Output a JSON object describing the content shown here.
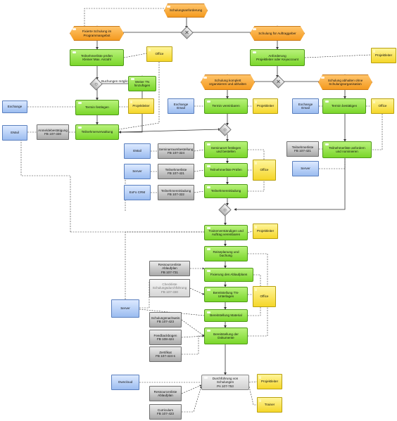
{
  "nodes": {
    "e_start": "Schulungsanforderung",
    "e_fixed": "Fixierte Schulung im\nProgrammangebot",
    "e_client": "Schulung für Auftraggeber",
    "e_org": "Schulung komplett\norganisieren und abhalten",
    "e_held": "Schulung abhalten ohne\nSchulungsorganisation",
    "f_check": "Teilnehmerliste prüfen\nKleiner Max. Anzahl",
    "f_req": "Anforderung\nProjektleiter oder Keyaccount",
    "f_more": "Weiter TN\nhinzufügen",
    "f_date": "Termin festlegen",
    "f_agree": "Termin vereinbaren",
    "f_confirm": "Termin bestätigen",
    "f_reg": "Teilnehmerverwaltung",
    "f_order": "Seminarort festlegen\nund bestellen",
    "f_plist": "Teilnehmerliste Prüfen",
    "f_invite": "Teilnehmereinladung",
    "f_reqlist": "Teilnehmerliste anfordern\nund nominieren",
    "f_trainer": "Trainerverständigen und\nAuftrag vereinbaren",
    "f_travel": "Reiseplanung und\nbuchung",
    "f_fix": "Fixierung des Ablaufplans",
    "f_docs": "Bereitstellung TN-\nUnterlagen",
    "f_mat": "Bereitstellung Material",
    "f_pdocs": "Bereitstellung der\nDokumente",
    "f_run": "Durchführung von Schulungen\nPA 107-753",
    "r_office1": "Office",
    "r_pl1": "Projektleiter",
    "r_pl2": "Projektleiter",
    "r_pl3": "Projektleiter",
    "r_office2": "Office",
    "r_office3": "Office",
    "r_pl4": "Projektleiter",
    "r_office4": "Office",
    "r_pl5": "Projektleiter",
    "r_trainer": "Trainer",
    "s_exch1": "Exchange",
    "s_email1": "EMail",
    "s_exch2": "Exchange\nEmail",
    "s_exch3": "Exchange\nEmail",
    "s_email2": "EMail",
    "s_server1": "Server",
    "s_crm": "ExFo CRM",
    "s_server2": "Server",
    "s_server3": "Server",
    "s_owncloud": "Owncloud",
    "d_anm": "Anmeldebestätigung\nFB 107-330",
    "d_sem": "Seminarraumbestellung\nFB 107-324",
    "d_tl1": "Teilnehmerliste\nFB 107-421",
    "d_einl": "Teilnehmereinladung\nFB 107-322",
    "d_tl2": "Teilnehmerliste\nFB 107-421",
    "d_ress": "Ressourcenliste Ablaufplan\nFB 107-731",
    "d_check": "Checkliste\nSchulungsdurchführung\nFB 107-330",
    "d_nach": "Schulungsnachweis\nFB 107-423",
    "d_feed": "Feedbackbogen\nFB 108-424",
    "d_zert": "Zertifikat\nFB 107-424-s",
    "d_ress2": "Ressourcenliste\nAblaufplan",
    "d_curr": "Curriculum\nFB 107-423"
  },
  "labels": {
    "booking": "Buchungen möglich"
  },
  "colors": {
    "event": "#f49a1f",
    "function": "#7ad62a",
    "role": "#f5d629",
    "system": "#9bbcf0",
    "document": "#a9a9a9",
    "connector": "#b5b5b5",
    "edge": "#333333"
  }
}
